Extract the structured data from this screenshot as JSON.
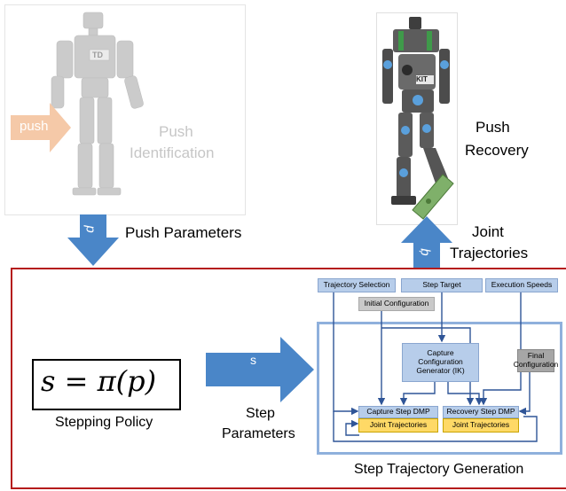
{
  "identification": {
    "push_label": "push",
    "title_line1": "Push",
    "title_line2": "Identification",
    "robot_badge": "TD"
  },
  "recovery": {
    "title_line1": "Push",
    "title_line2": "Recovery",
    "robot_badge": "KIT"
  },
  "arrows": {
    "push_params_symbol": "p",
    "push_params_label": "Push Parameters",
    "joint_traj_symbol": "q̇",
    "joint_traj_line1": "Joint",
    "joint_traj_line2": "Trajectories",
    "step_symbol": "s",
    "step_label_line1": "Step",
    "step_label_line2": "Parameters"
  },
  "policy": {
    "formula": "s = π(p)",
    "label": "Stepping Policy"
  },
  "generation": {
    "title": "Step Trajectory Generation",
    "trajectory_selection": "Trajectory Selection",
    "step_target": "Step Target",
    "execution_speeds": "Execution Speeds",
    "initial_configuration": "Initial Configuration",
    "capture_generator_line1": "Capture",
    "capture_generator_line2": "Configuration",
    "capture_generator_line3": "Generator (IK)",
    "final_configuration_line1": "Final",
    "final_configuration_line2": "Configuration",
    "capture_dmp": "Capture Step DMP",
    "recovery_dmp": "Recovery Step DMP",
    "joint_trajectories_1": "Joint Trajectories",
    "joint_trajectories_2": "Joint Trajectories"
  },
  "colors": {
    "frame_red": "#b51c1c",
    "arrow_blue": "#4a86c8",
    "panel_blue": "#8fb0dc",
    "box_blue": "#b7cdea",
    "box_yellow": "#ffd966",
    "push_orange": "#f5c9a8"
  }
}
